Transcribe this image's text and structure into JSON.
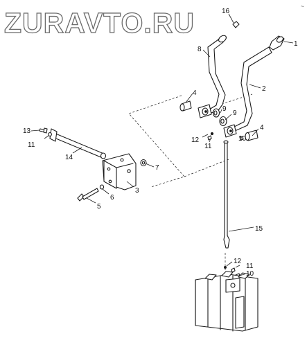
{
  "watermark": {
    "text": "ZURAVTO.RU"
  },
  "corner_mark": "~",
  "callouts": {
    "c1": "1",
    "c2": "2",
    "c3": "3",
    "c4_top": "4",
    "c4_right": "4",
    "c5": "5",
    "c6": "6",
    "c7": "7",
    "c8": "8",
    "c9_a": "9",
    "c9_b": "9",
    "c10_top": "10",
    "c10_bottom": "10",
    "c11_left": "11",
    "c11_mid": "11",
    "c11_bottom": "11",
    "c12_mid": "12",
    "c12_bottom": "12",
    "c13": "13",
    "c14": "14",
    "c15": "15",
    "c16": "16"
  }
}
